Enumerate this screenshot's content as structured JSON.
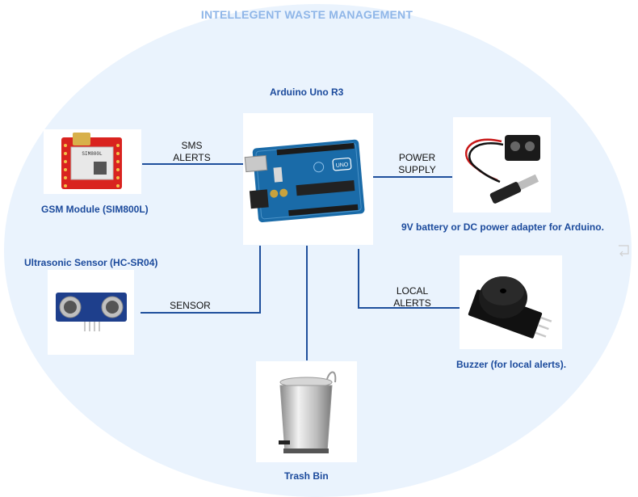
{
  "title": "INTELLEGENT WASTE MANAGEMENT",
  "nodes": {
    "arduino": {
      "caption": "Arduino Uno R3",
      "board_text": "UNO"
    },
    "gsm": {
      "caption": "GSM Module (SIM800L)",
      "chip_text": "SIM800L"
    },
    "ultrasonic": {
      "caption": "Ultrasonic Sensor (HC-SR04)"
    },
    "power": {
      "caption": "9V battery or DC power adapter for Arduino."
    },
    "buzzer": {
      "caption": "Buzzer (for local alerts)."
    },
    "trash": {
      "caption": "Trash Bin"
    }
  },
  "edges": {
    "sms": {
      "line1": "SMS",
      "line2": "ALERTS"
    },
    "power": {
      "line1": "POWER",
      "line2": "SUPPLY"
    },
    "sensor": {
      "line1": "SENSOR"
    },
    "local": {
      "line1": "LOCAL",
      "line2": "ALERTS"
    }
  },
  "colors": {
    "background_ellipse": "#eaf3fd",
    "title": "#8fb6e8",
    "caption": "#1b4a9c",
    "wire": "#1f4f9c"
  }
}
